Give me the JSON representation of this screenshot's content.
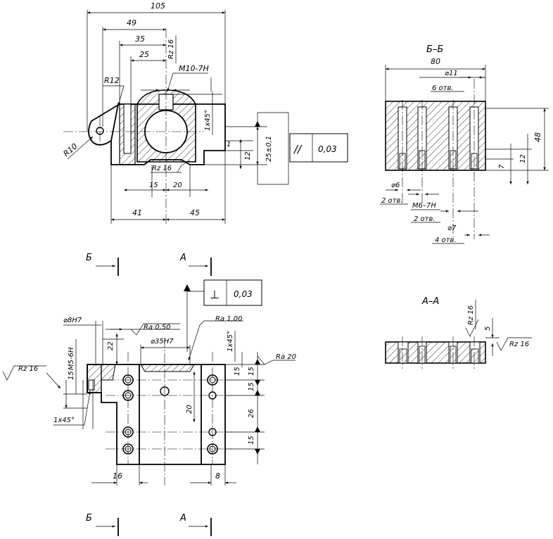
{
  "front_view": {
    "dims": {
      "overall": "105",
      "d49": "49",
      "d35": "35",
      "d25": "25",
      "radius12": "R12",
      "radius10": "R10",
      "thread": "M10-7H",
      "rz_top": "Rz 16",
      "rz_bottom": "Rz 16",
      "chamfer": "1x45°",
      "d1": "1",
      "d12": "12",
      "d25tol": "25±0,1",
      "d15": "15",
      "d20": "20",
      "d41": "41",
      "d45": "45"
    },
    "tolerance": {
      "symbol": "//",
      "value": "0,03"
    }
  },
  "section_b": {
    "title": "Б–Б",
    "dims": {
      "width": "80",
      "hole11": "⌀11",
      "count6": "6 отв.",
      "height": "48",
      "d7": "7",
      "d12": "12",
      "hole6": "⌀6",
      "count2a": "2 отв.",
      "thread": "M6–7H",
      "count2b": "2 отв.",
      "hole7": "⌀7",
      "count4": "4 отв."
    }
  },
  "section_a": {
    "title": "А–А",
    "dims": {
      "rz_top": "Rz 16",
      "d5": "5",
      "rz_side": "Rz 16"
    }
  },
  "top_view": {
    "dims": {
      "hole8": "⌀8H7",
      "ra050": "Ra 0,50",
      "ra100": "Ra 1,00",
      "ra20": "Ra 20",
      "d22": "22",
      "bore35": "⌀35H7",
      "chamfer_top": "1x45°",
      "thread_m5": "M5-6H",
      "d15left": "15",
      "rz16": "Rz 16",
      "chamfer_left": "1x45°",
      "d20": "20",
      "r15a": "15",
      "r15b": "15",
      "r26": "26",
      "r15c": "15",
      "d16": "16",
      "d8": "8"
    },
    "tolerance": {
      "symbol": "⊥",
      "value": "0,03"
    }
  },
  "cut_markers": {
    "b_top": "Б",
    "a_top": "А",
    "b_bottom": "Б",
    "a_bottom": "А"
  }
}
